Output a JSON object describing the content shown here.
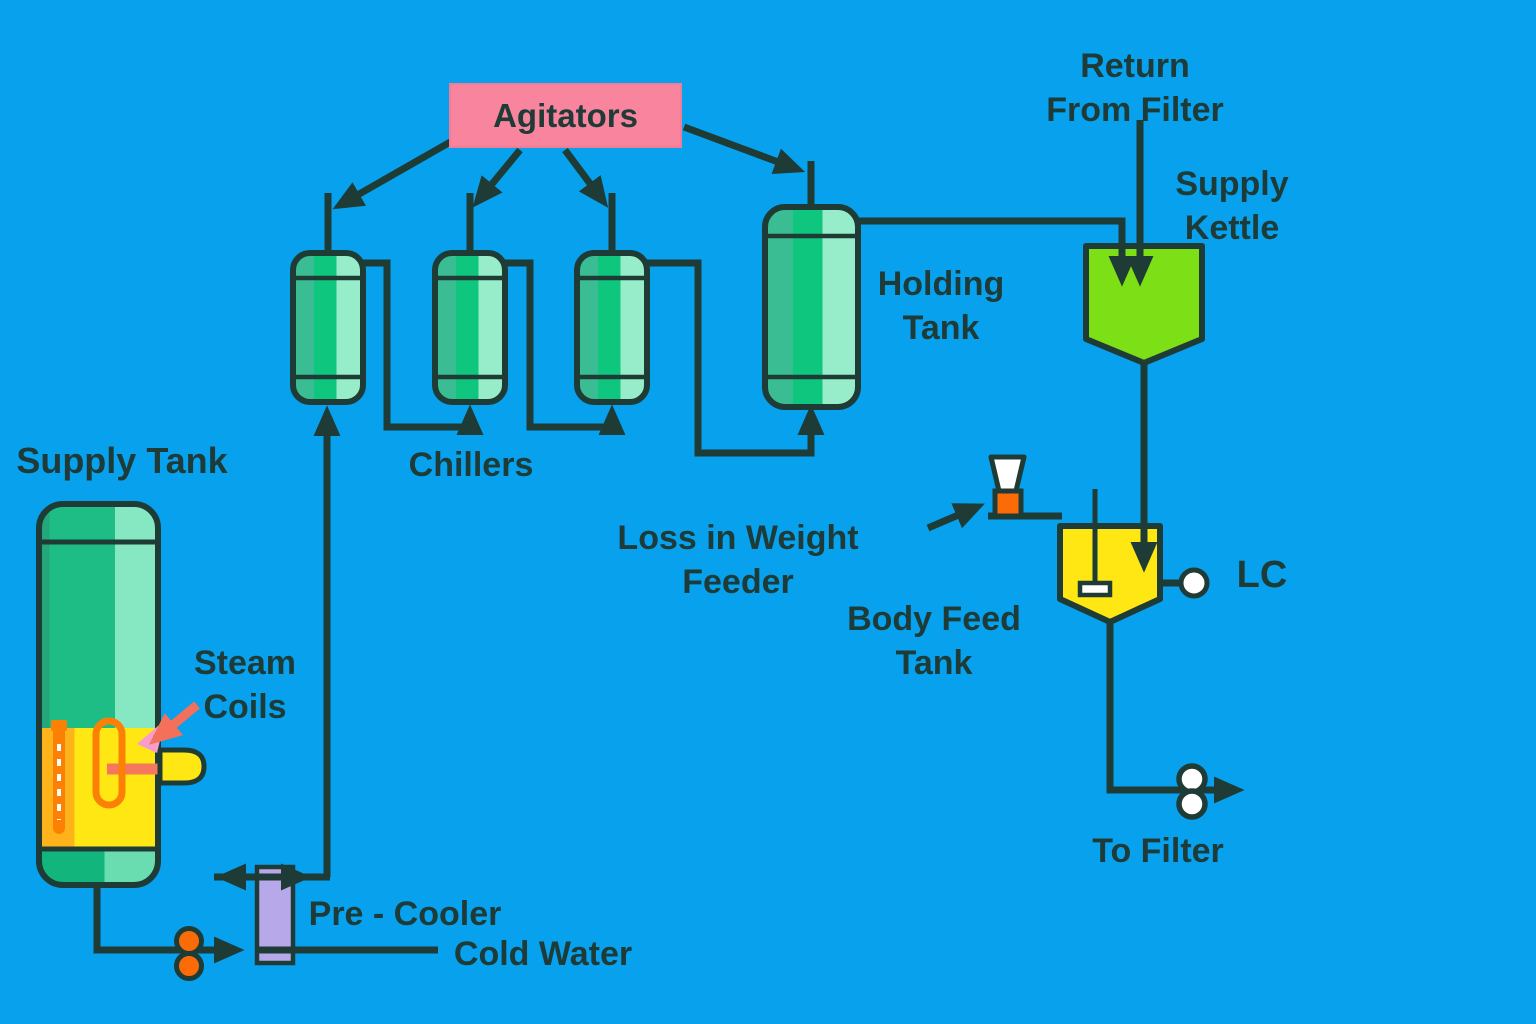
{
  "labels": {
    "agitators": "Agitators",
    "chillers": "Chillers",
    "supply_tank": "Supply Tank",
    "steam_coils": "Steam\nCoils",
    "pre_cooler": "Pre - Cooler",
    "cold_water": "Cold Water",
    "holding_tank": "Holding\nTank",
    "loss_in_weight_feeder": "Loss in Weight\nFeeder",
    "return_from_filter": "Return\nFrom Filter",
    "supply_kettle": "Supply\nKettle",
    "body_feed_tank": "Body Feed\nTank",
    "level_controller": "LC",
    "to_filter": "To Filter"
  },
  "colors": {
    "background": "#07A1ED",
    "line_dark": "#1E3B36",
    "text_dark": "#1E3B38",
    "vessel_teal": "#3ABD92",
    "vessel_green": "#0FC67E",
    "vessel_mint": "#97EDCA",
    "supply_tank_yellow": "#FFE714",
    "supply_tank_yellow_band": "#FEB31B",
    "kettle_green": "#7DDF15",
    "body_feed_yellow": "#FFE714",
    "agitators_pink": "#F8849D",
    "pre_cooler_lavender": "#B7A9E9",
    "pump_orange": "#FB6B07",
    "coil_orange": "#FB8004",
    "coil_pipe_salmon": "#F5775C",
    "pointer_salmon": "#F5705A",
    "pointer_pink": "#F79CCB",
    "white": "#FFFFFF"
  }
}
